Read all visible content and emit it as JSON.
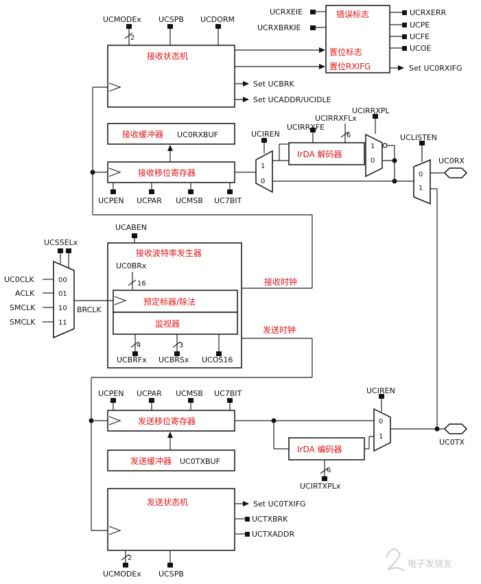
{
  "labels": {
    "ucmodex_top": "UCMODEx",
    "ucspb_top": "UCSPB",
    "ucdorm": "UCDORM",
    "two_top": "2",
    "ucrxeie": "UCRXEIE",
    "ucrxbrkie": "UCRXBRKIE",
    "err_flag": "错误标志",
    "set_flag": "置位标志",
    "set_rxifg": "置位RXIFG",
    "ucrxerr": "UCRXERR",
    "ucpe": "UCPE",
    "ucfe": "UCFE",
    "ucoe": "UCOE",
    "set_uc0rxifg": "Set UC0RXIFG",
    "rx_state": "接收状态机",
    "set_ucbrk": "Set UCBRK",
    "set_ucaddr": "Set UCADDR/UCIDLE",
    "rx_buf": "接收缓冲器",
    "uc0rxbuf": "UC0RXBUF",
    "rx_shift": "接收移位寄存器",
    "ucpen_rx": "UCPEN",
    "ucpar_rx": "UCPAR",
    "ucmsb_rx": "UCMSB",
    "uc7bit_rx": "UC7BIT",
    "uciren_rx": "UCIREN",
    "mux_rx_1": "1",
    "mux_rx_0": "0",
    "ucirrxfe": "UCIRRXFE",
    "ucirrxflx": "UCIRRXFLx",
    "six_rx": "6",
    "irda_dec": "IrDA 解码器",
    "ucirrxpl": "UCIRRXPL",
    "mux_pl_1": "1",
    "mux_pl_0": "0",
    "uclisten": "UCLISTEN",
    "mux_l_0": "0",
    "mux_l_1": "1",
    "uc0rx": "UC0RX",
    "ucaben": "UCABEN",
    "ucssel": "UCSSELx",
    "baud_gen": "接收波特率发生器",
    "uc0brx": "UC0BRx",
    "sixteen": "16",
    "uc0clk": "UC0CLK",
    "aclk": "ACLK",
    "smclk1": "SMCLK",
    "smclk2": "SMCLK",
    "sel_00": "00",
    "sel_01": "01",
    "sel_10": "10",
    "sel_11": "11",
    "brclk": "BRCLK",
    "prescaler": "预定标器/除法",
    "monitor": "监视器",
    "rx_clock": "接收时钟",
    "tx_clock": "发送时钟",
    "ucbrfx": "UCBRFx",
    "four": "4",
    "ucbrsx": "UCBRSx",
    "three": "3",
    "ucos16": "UCOS16",
    "ucpen_tx": "UCPEN",
    "ucpar_tx": "UCPAR",
    "ucmsb_tx": "UCMSB",
    "uc7bit_tx": "UC7BIT",
    "tx_shift": "发送移位寄存器",
    "tx_buf": "发送缓冲器",
    "uc0txbuf": "UC0TXBUF",
    "uciren_tx": "UCIREN",
    "mux_tx_0": "0",
    "mux_tx_1": "1",
    "uc0tx": "UC0TX",
    "irda_enc": "IrDA 编码器",
    "ucirtxplx": "UCIRTXPLx",
    "six_tx": "6",
    "tx_state": "发送状态机",
    "set_uc0txifg": "Set UC0TXIFG",
    "uctxbrk": "UCTXBRK",
    "uctxaddr": "UCTXADDR",
    "ucmodex_bot": "UCMODEx",
    "ucspb_bot": "UCSPB",
    "two_bot": "2",
    "watermark": "电子发烧友"
  },
  "colors": {
    "accent_text": "#e01515",
    "line": "#222222",
    "loop_line": "#9a9a9a"
  }
}
